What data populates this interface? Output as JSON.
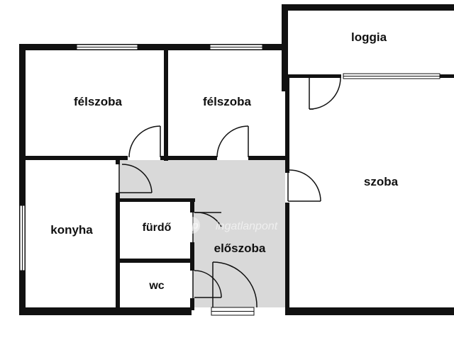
{
  "rooms": {
    "felszoba_1": "félszoba",
    "felszoba_2": "félszoba",
    "loggia": "loggia",
    "szoba": "szoba",
    "konyha": "konyha",
    "furdo": "fürdő",
    "wc": "wc",
    "eloszoba": "előszoba"
  },
  "watermark": {
    "badge": "otp",
    "text": "ingatlanpont"
  },
  "colors": {
    "wall": "#111111",
    "floor_hall": "#d9d9d9",
    "background": "#ffffff"
  }
}
